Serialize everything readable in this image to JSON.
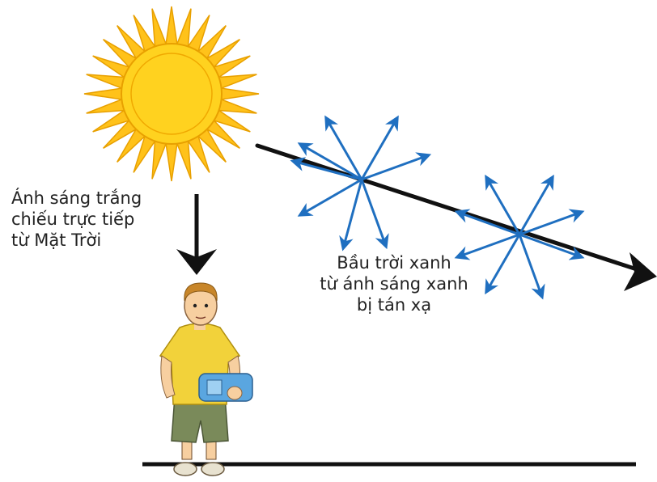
{
  "labels": {
    "direct_light": [
      "Ánh sáng trắng",
      "chiếu trực tiếp",
      "từ Mặt Trời"
    ],
    "scattering": [
      "Bầu trời xanh",
      "từ ánh sáng xanh",
      "bị tán xạ"
    ]
  },
  "colors": {
    "sun_core": "#ffd21f",
    "sun_rays": "#ffc21a",
    "sun_outline": "#e8a000",
    "scatter_arrows": "#1f6fc0",
    "light_ray": "#111111",
    "ground": "#111111",
    "shirt": "#f2d23a",
    "shorts": "#7a8a5a",
    "hair": "#c8862a",
    "skin": "#f7cfa0",
    "water_bottle": "#5aa6e0"
  },
  "icons": {
    "sun": "sun-icon",
    "person": "boy-holding-bottle-figure"
  }
}
